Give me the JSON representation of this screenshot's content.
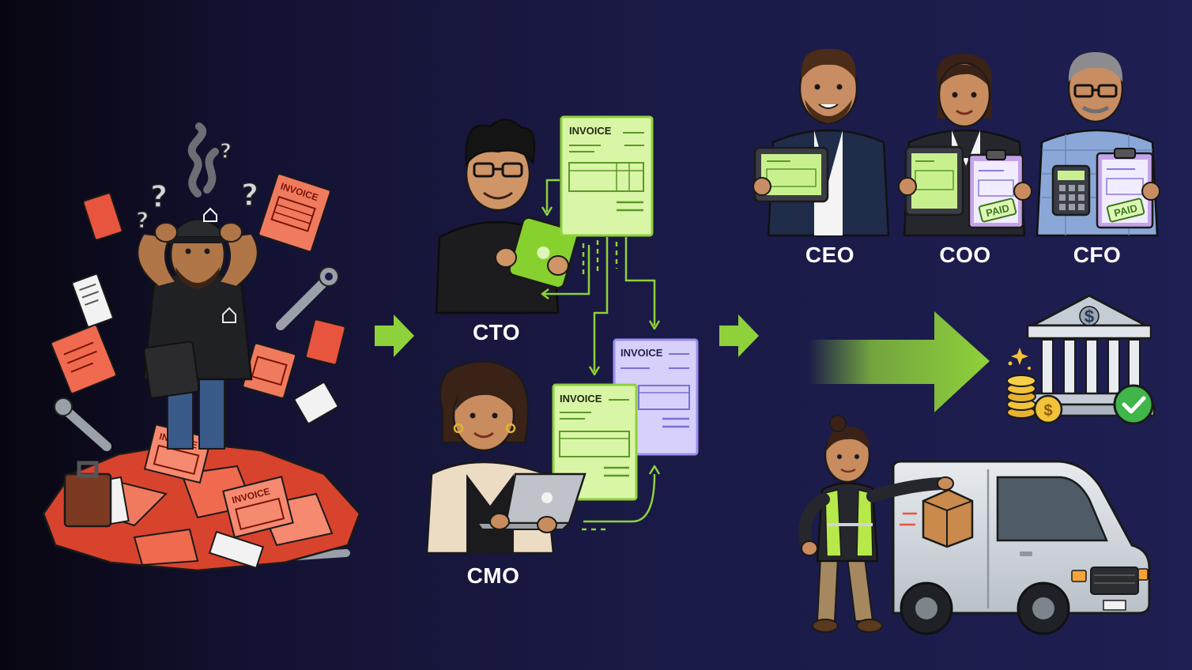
{
  "roles": {
    "cto": "CTO",
    "cmo": "CMO",
    "ceo": "CEO",
    "coo": "COO",
    "cfo": "CFO"
  },
  "documents": {
    "invoice_label": "INVOICE",
    "invoice_label_chaos": "INVOICE",
    "paid_stamp": "PAID"
  },
  "icons": {
    "currency_symbol": "$",
    "check": "✓"
  },
  "colors": {
    "background_dark": "#07060f",
    "background_navy": "#1e1f52",
    "accent_green": "#8fd13a",
    "invoice_green": "#d9f5a6",
    "invoice_purple": "#d6d0fb",
    "chaos_red": "#e8553f"
  }
}
